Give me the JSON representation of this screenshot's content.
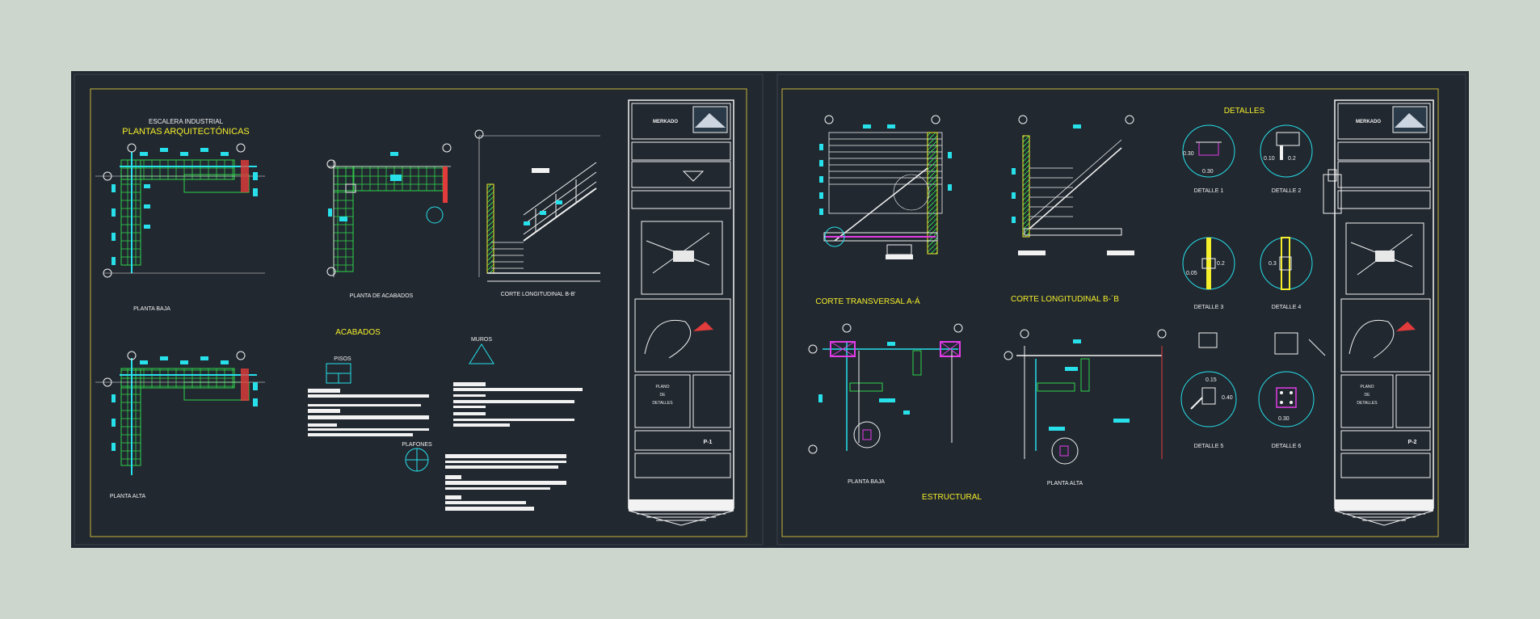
{
  "colors": {
    "background": "#cdd6cd",
    "canvas": "#212830",
    "frame": "#c8b43c",
    "cyan": "#27e0ea",
    "yellow": "#f5ee2a",
    "green": "#2fd44a",
    "magenta": "#e43ce8",
    "red": "#e23b3b",
    "white": "#f2f2f2"
  },
  "sheet1": {
    "subtitle": "ESCALERA INDUSTRIAL",
    "title": "PLANTAS ARQUITECTÓNICAS",
    "planta_baja": "PLANTA BAJA",
    "planta_alta": "PLANTA ALTA",
    "planta_acabados": "PLANTA DE ACABADOS",
    "corte": "CORTE LONGITUDINAL B-B'",
    "acabados": "ACABADOS",
    "pisos": "PISOS",
    "muros": "MUROS",
    "plafones": "PLAFONES",
    "sheet_no": "P-1"
  },
  "sheet2": {
    "corte_a": "CORTE TRANSVERSAL A-Á",
    "corte_b": "CORTE LONGITUDINAL B-´B",
    "detalles": "DETALLES",
    "planta_baja": "PLANTA BAJA",
    "planta_alta": "PLANTA ALTA",
    "estructural": "ESTRUCTURAL",
    "sheet_no": "P-2",
    "details": [
      {
        "label": "DETALLE 1",
        "dims": [
          "0.30",
          "0.30"
        ]
      },
      {
        "label": "DETALLE 2",
        "dims": [
          "0.10",
          "0.2"
        ]
      },
      {
        "label": "DETALLE 3",
        "dims": [
          "0.05",
          "0.2"
        ]
      },
      {
        "label": "DETALLE 4",
        "dims": [
          "0.3"
        ]
      },
      {
        "label": "DETALLE 5",
        "dims": [
          "0.40",
          "0.15"
        ]
      },
      {
        "label": "DETALLE 6",
        "dims": [
          "0.30"
        ]
      }
    ]
  },
  "title_block": {
    "company": "MERKADO",
    "plano_line1": "PLANO",
    "plano_line2": "DE",
    "plano_line3": "DETALLES"
  }
}
